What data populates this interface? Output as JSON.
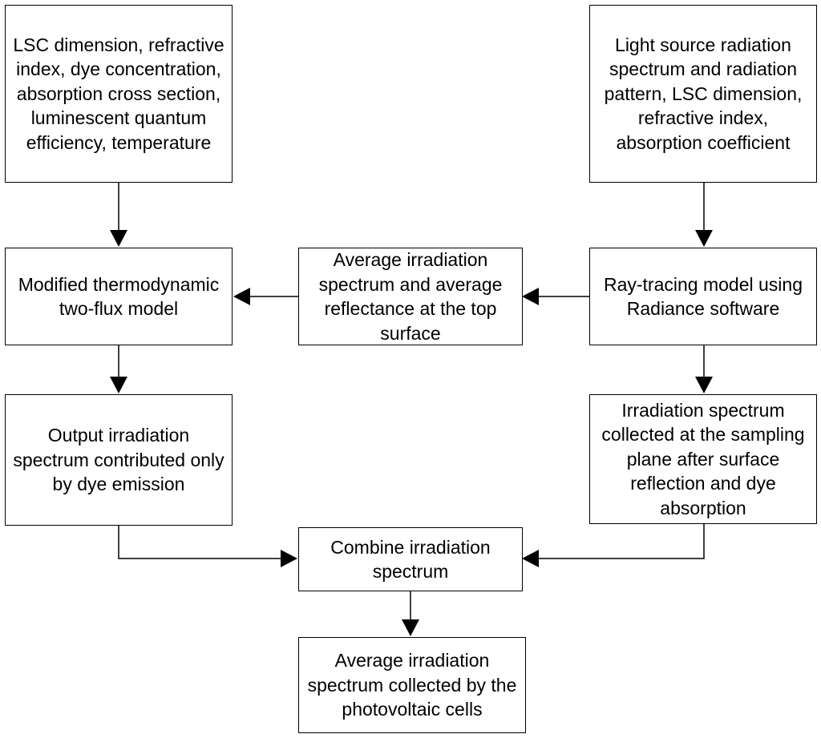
{
  "diagram": {
    "nodes": {
      "lsc_params": "LSC dimension, refractive index, dye concentration, absorption cross section, luminescent quantum efficiency, temperature",
      "light_source": "Light source radiation spectrum and radiation pattern, LSC dimension, refractive index, absorption coefficient",
      "two_flux_model": "Modified thermodynamic two-flux model",
      "avg_irradiation_top": "Average irradiation spectrum and average reflectance at the top surface",
      "ray_tracing": "Ray-tracing model using Radiance software",
      "output_dye": "Output irradiation spectrum contributed only by dye emission",
      "sampling_plane": "Irradiation spectrum collected at the sampling plane after surface reflection and dye absorption",
      "combine": "Combine irradiation spectrum",
      "avg_pv": "Average irradiation spectrum collected by the photovoltaic cells"
    },
    "edges": [
      {
        "from": "lsc_params",
        "to": "two_flux_model"
      },
      {
        "from": "light_source",
        "to": "ray_tracing"
      },
      {
        "from": "ray_tracing",
        "to": "avg_irradiation_top"
      },
      {
        "from": "avg_irradiation_top",
        "to": "two_flux_model"
      },
      {
        "from": "two_flux_model",
        "to": "output_dye"
      },
      {
        "from": "ray_tracing",
        "to": "sampling_plane"
      },
      {
        "from": "output_dye",
        "to": "combine"
      },
      {
        "from": "sampling_plane",
        "to": "combine"
      },
      {
        "from": "combine",
        "to": "avg_pv"
      }
    ]
  }
}
